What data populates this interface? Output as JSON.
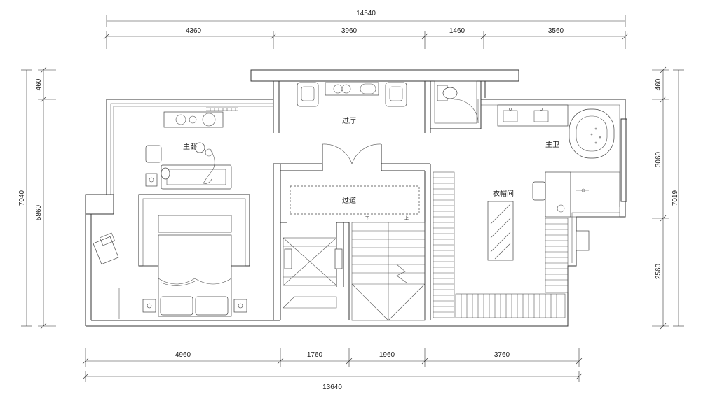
{
  "dimensions": {
    "top_total": "14540",
    "top_segments": [
      "4360",
      "3960",
      "1460",
      "3560"
    ],
    "bottom_total": "13640",
    "bottom_segments": [
      "4960",
      "1760",
      "1960",
      "3760"
    ],
    "left_outer": "7040",
    "left_segments": [
      "460",
      "5860"
    ],
    "right_outer": "7019",
    "right_segments": [
      "460",
      "3060",
      "2560"
    ]
  },
  "rooms": {
    "hall": "过厅",
    "master_bedroom": "主卧",
    "corridor": "过道",
    "master_bath": "主卫",
    "walk_in_closet": "衣帽间"
  },
  "stair_marks": {
    "down": "下",
    "up": "上"
  }
}
